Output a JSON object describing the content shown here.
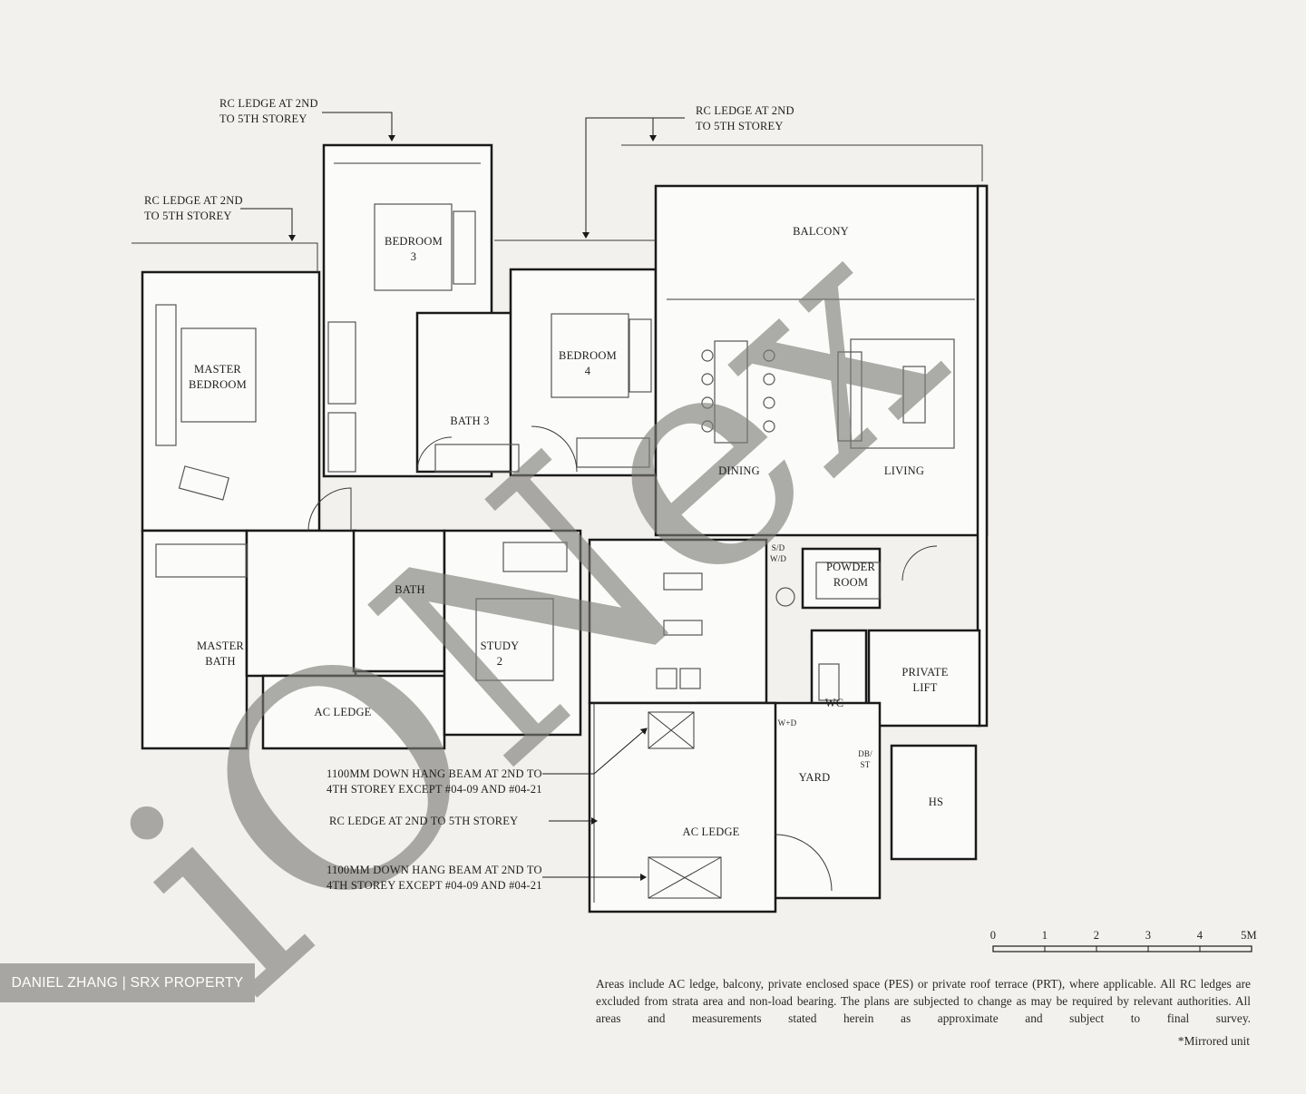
{
  "rooms": {
    "bedroom3": "BEDROOM\n3",
    "bedroom4": "BEDROOM\n4",
    "master": "MASTER\nBEDROOM",
    "bath3": "BATH 3",
    "balcony": "BALCONY",
    "dining": "DINING",
    "living": "LIVING",
    "powder": "POWDER\nROOM",
    "private_lift": "PRIVATE\nLIFT",
    "wc": "WC",
    "yard": "YARD",
    "hs": "HS",
    "ac_ledge_left": "AC LEDGE",
    "ac_ledge_bottom": "AC LEDGE",
    "wd": "W+D",
    "db_st": "DB/\nST",
    "sd_wd": "S/D\nW/D",
    "bath2": "BATH",
    "master_bath": "MASTER\nBATH",
    "study": "STUDY\n2"
  },
  "annotations": {
    "rc_ledge_1": "RC LEDGE AT 2ND\nTO 5TH STOREY",
    "rc_ledge_2": "RC LEDGE AT 2ND\nTO 5TH STOREY",
    "rc_ledge_3": "RC LEDGE AT 2ND\nTO 5TH STOREY",
    "beam_1": "1100MM DOWN HANG BEAM AT 2ND TO\n4TH STOREY EXCEPT #04-09 AND #04-21",
    "rc_ledge_4": "RC LEDGE AT 2ND TO 5TH STOREY",
    "beam_2": "1100MM DOWN HANG BEAM AT 2ND TO\n4TH STOREY EXCEPT #04-09 AND #04-21"
  },
  "scale": [
    "0",
    "1",
    "2",
    "3",
    "4",
    "5M"
  ],
  "watermark": "iONex",
  "credit": "DANIEL ZHANG | SRX PROPERTY",
  "disclaimer": "Areas include AC ledge, balcony, private enclosed space (PES) or private roof terrace (PRT), where applicable. All RC ledges are excluded from strata area and non-load bearing. The plans are subjected to change as may be required by relevant authorities. All areas and measurements stated herein as approximate and subject to final survey.",
  "mirrored_note": "*Mirrored unit"
}
